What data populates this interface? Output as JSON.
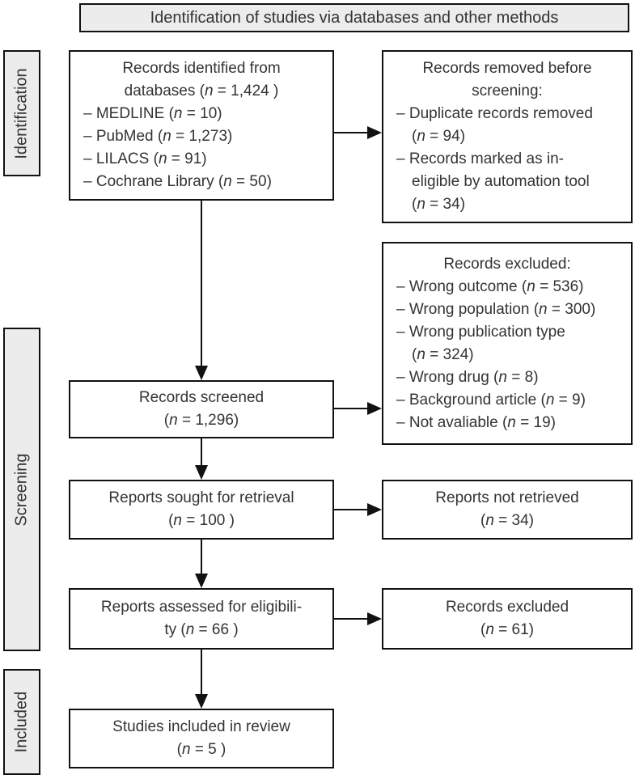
{
  "header": {
    "title": "Identification of studies via databases and other methods"
  },
  "stages": {
    "identification": "Identification",
    "screening": "Screening",
    "included": "Included"
  },
  "boxes": {
    "identified": {
      "lines": [
        {
          "pre": "Records identified from"
        },
        {
          "pre": "databases (",
          "n": "n",
          "post": " = 1,424 )"
        },
        {
          "pre": "– MEDLINE (",
          "n": "n",
          "post": " = 10)"
        },
        {
          "pre": "– PubMed (",
          "n": "n",
          "post": " = 1,273)"
        },
        {
          "pre": "– LILACS (",
          "n": "n",
          "post": " = 91)"
        },
        {
          "pre": "– Cochrane Library (",
          "n": "n",
          "post": " = 50)"
        }
      ]
    },
    "removed": {
      "lines": [
        {
          "pre": "Records removed before"
        },
        {
          "pre": "screening:"
        },
        {
          "pre": "– Duplicate records removed"
        },
        {
          "pre": "(",
          "n": "n",
          "post": " = 94)"
        },
        {
          "pre": "– Records marked as in-"
        },
        {
          "pre": "eligible by automation tool"
        },
        {
          "pre": "(",
          "n": "n",
          "post": " = 34)"
        }
      ]
    },
    "excluded": {
      "lines": [
        {
          "pre": "Records excluded:"
        },
        {
          "pre": "– Wrong outcome (",
          "n": "n",
          "post": " = 536)"
        },
        {
          "pre": "– Wrong population (",
          "n": "n",
          "post": " = 300)"
        },
        {
          "pre": "– Wrong publication type"
        },
        {
          "pre": "(",
          "n": "n",
          "post": " = 324)"
        },
        {
          "pre": "– Wrong drug (",
          "n": "n",
          "post": " = 8)"
        },
        {
          "pre": "– Background article (",
          "n": "n",
          "post": " = 9)"
        },
        {
          "pre": "– Not avaliable (",
          "n": "n",
          "post": " = 19)"
        }
      ]
    },
    "screened": {
      "lines": [
        {
          "pre": "Records screened"
        },
        {
          "pre": "(",
          "n": "n",
          "post": " = 1,296)"
        }
      ]
    },
    "sought": {
      "lines": [
        {
          "pre": "Reports sought for retrieval"
        },
        {
          "pre": "(",
          "n": "n",
          "post": " = 100 )"
        }
      ]
    },
    "not_retrieved": {
      "lines": [
        {
          "pre": "Reports not retrieved"
        },
        {
          "pre": "(",
          "n": "n",
          "post": " = 34)"
        }
      ]
    },
    "assessed": {
      "lines": [
        {
          "pre": "Reports assessed for eligibili-"
        },
        {
          "pre": "ty (",
          "n": "n",
          "post": " = 66 )"
        }
      ]
    },
    "excluded_eligibility": {
      "lines": [
        {
          "pre": "Records excluded"
        },
        {
          "pre": "(",
          "n": "n",
          "post": " = 61)"
        }
      ]
    },
    "included": {
      "lines": [
        {
          "pre": "Studies included in review"
        },
        {
          "pre": "(",
          "n": "n",
          "post": " = 5 )"
        }
      ]
    }
  },
  "colors": {
    "border": "#111111",
    "box_fill": "#ffffff",
    "panel_fill": "#ececec",
    "text": "#333333",
    "background": "#ffffff"
  }
}
